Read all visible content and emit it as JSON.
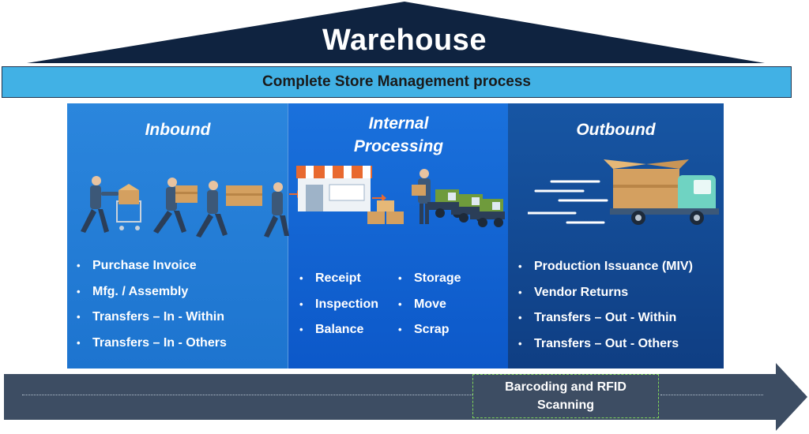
{
  "header": {
    "title": "Warehouse",
    "subtitle": "Complete Store Management process"
  },
  "sections": {
    "inbound": {
      "title": "Inbound",
      "items": [
        "Purchase Invoice",
        "Mfg. / Assembly",
        "Transfers – In - Within",
        "Transfers – In - Others"
      ]
    },
    "internal": {
      "title_line1": "Internal",
      "title_line2": "Processing",
      "items_left": [
        "Receipt",
        "Inspection",
        "Balance"
      ],
      "items_right": [
        "Storage",
        "Move",
        "Scrap"
      ]
    },
    "outbound": {
      "title": "Outbound",
      "items": [
        "Production Issuance (MIV)",
        "Vendor Returns",
        "Transfers – Out - Within",
        "Transfers – Out - Others"
      ]
    }
  },
  "footer": {
    "badge_line1": "Barcoding and RFID",
    "badge_line2": "Scanning"
  },
  "colors": {
    "roof": "#0f2340",
    "banner": "#41b1e5",
    "inbound_panel": "#2580d8",
    "internal_panel": "#1265d3",
    "outbound_panel": "#124a94",
    "arrow": "#3d4d63",
    "badge_border": "#7fd35a"
  },
  "icons": [
    "workers-carrying-boxes-icon",
    "shop-icon",
    "forklift-trucks-icon",
    "delivery-truck-icon"
  ]
}
